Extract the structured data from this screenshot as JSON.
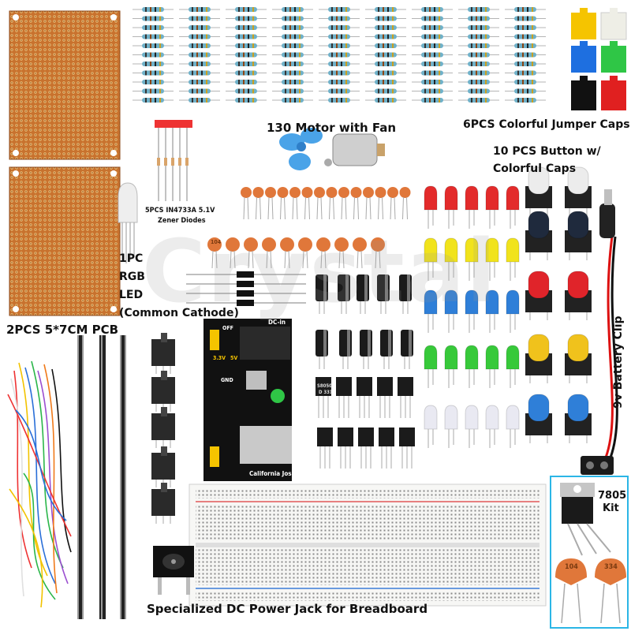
{
  "labels": {
    "motor": "130 Motor with Fan",
    "jumper_caps": "6PCS Colorful Jumper Caps",
    "buttons_line1": "10 PCS Button w/",
    "buttons_line2": "Colorful Caps",
    "diodes_line1": "5PCS IN4733A 5.1V",
    "diodes_line2": "Zener Diodes",
    "rgb_line1": "1PC",
    "rgb_line2": "RGB",
    "rgb_line3": "LED",
    "rgb_line4": "(Common Cathode)",
    "pcb": "2PCS 5*7CM PCB",
    "battery_clip": "9v Battery Clip",
    "kit_line1": "7805",
    "kit_line2": "Kit",
    "dc_jack": "Specialized DC Power Jack for Breadboard"
  },
  "watermark": "Crystal",
  "component_markings": {
    "ceramic_cap": "104",
    "kit_cap_a": "104",
    "kit_cap_b": "334",
    "transistor": "S8050",
    "transistor_sub": "D 331",
    "power_module_brand": "California Jos",
    "power_module_dc": "DC-in",
    "power_module_3v3": "3.3V",
    "power_module_5v": "5V",
    "power_module_gnd": "GND",
    "power_module_off": "OFF"
  },
  "colors": {
    "pcb": "#c8722e",
    "accent_box": "#2bb6e6",
    "cap_orange": "#e0773a",
    "led_red": "#e32b2b",
    "led_yellow": "#f1e31c",
    "led_blue": "#2f7fd8",
    "led_green": "#37c93a",
    "jumper_yellow": "#f5c400",
    "jumper_blue": "#1e6fe0",
    "jumper_green": "#2fc646",
    "jumper_red": "#e02020"
  }
}
